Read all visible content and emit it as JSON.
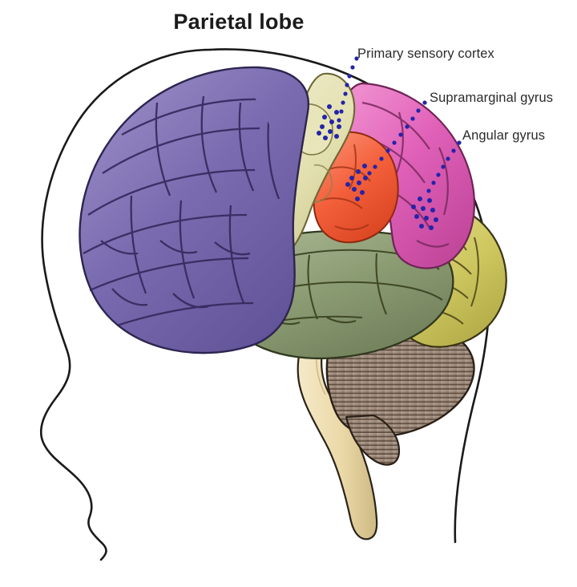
{
  "figure": {
    "title": "Parietal lobe",
    "subject": "lateral view of human brain within head profile",
    "background_color": "#ffffff",
    "outline_color": "#1a1a1a",
    "callout_dot_color": "#2424a8"
  },
  "callouts": [
    {
      "id": "primary-sensory-cortex",
      "label": "Primary sensory cortex",
      "target_region": "postcentral-gyrus"
    },
    {
      "id": "supramarginal-gyrus",
      "label": "Supramarginal gyrus",
      "target_region": "parietal-magenta"
    },
    {
      "id": "angular-gyrus",
      "label": "Angular gyrus",
      "target_region": "angular-gyrus-region"
    }
  ],
  "regions": [
    {
      "id": "frontal-lobe",
      "name": "Frontal lobe",
      "color": "#7a6bb0",
      "shade_dark": "#5b4d90",
      "shade_light": "#9d90c8"
    },
    {
      "id": "postcentral-gyrus",
      "name": "Postcentral gyrus / primary sensory cortex",
      "color": "#e2dfae",
      "shade_dark": "#c6c088",
      "shade_light": "#efeccb"
    },
    {
      "id": "parietal-magenta",
      "name": "Supramarginal gyrus region",
      "color": "#e060b8",
      "shade_dark": "#b83f94",
      "shade_light": "#f08ccf"
    },
    {
      "id": "orange-region",
      "name": "Anterior parietal operculum",
      "color": "#f4603c",
      "shade_dark": "#d3401f",
      "shade_light": "#fa8c6e"
    },
    {
      "id": "angular-gyrus-region",
      "name": "Angular gyrus",
      "color": "#ccd5ea",
      "shade_dark": "#a9b5d2",
      "shade_light": "#e2e8f5"
    },
    {
      "id": "temporal-lobe",
      "name": "Temporal lobe",
      "color": "#8b9b72",
      "shade_dark": "#6b7a55",
      "shade_light": "#a8b691"
    },
    {
      "id": "occipital-lobe",
      "name": "Occipital lobe",
      "color": "#cfc860",
      "shade_dark": "#ada641",
      "shade_light": "#e0da8c"
    },
    {
      "id": "cerebellum",
      "name": "Cerebellum",
      "color": "#9a8676",
      "shade_dark": "#6d5a4c",
      "shade_light": "#b6a496"
    },
    {
      "id": "brainstem",
      "name": "Brainstem",
      "color": "#ebd9a8",
      "shade_dark": "#cbb87f",
      "shade_light": "#f5e9c8"
    }
  ]
}
